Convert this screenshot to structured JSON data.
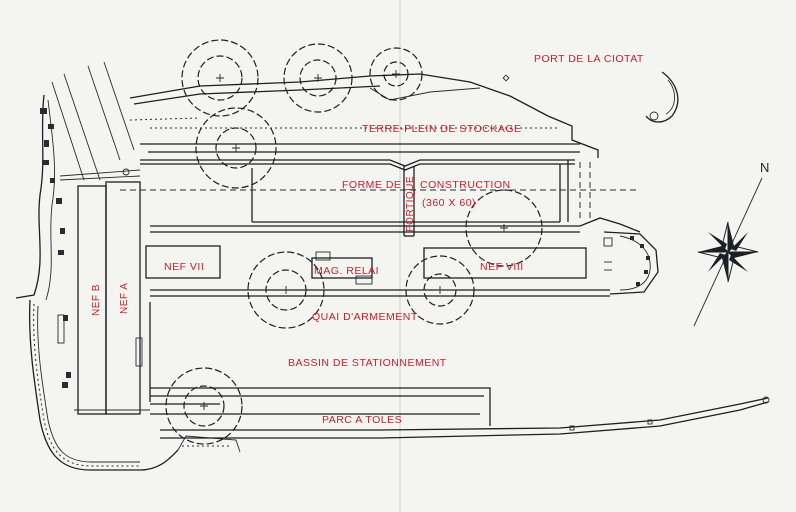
{
  "labels": {
    "port": "PORT DE LA CIOTAT",
    "terre_plein": "TERRE-PLEIN DE STOCKAGE",
    "forme": "FORME DE",
    "construction": "CONSTRUCTION",
    "dimensions": "(360 X 60)",
    "portique": "PORTIQUE",
    "nef_vii": "NEF VII",
    "nef_viii": "NEF VIII",
    "mag_relai": "MAG. RELAI",
    "nef_b": "NEF B",
    "nef_a": "NEF A",
    "quai": "QUAI D'ARMEMENT",
    "bassin": "BASSIN DE STATIONNEMENT",
    "parc": "PARC A TOLES"
  },
  "compass": {
    "north": "N"
  },
  "colors": {
    "paper": "#f4f4f1",
    "ink": "#1e1f24",
    "label": "#c8202a"
  },
  "icons": [
    "compass-rose-icon"
  ]
}
